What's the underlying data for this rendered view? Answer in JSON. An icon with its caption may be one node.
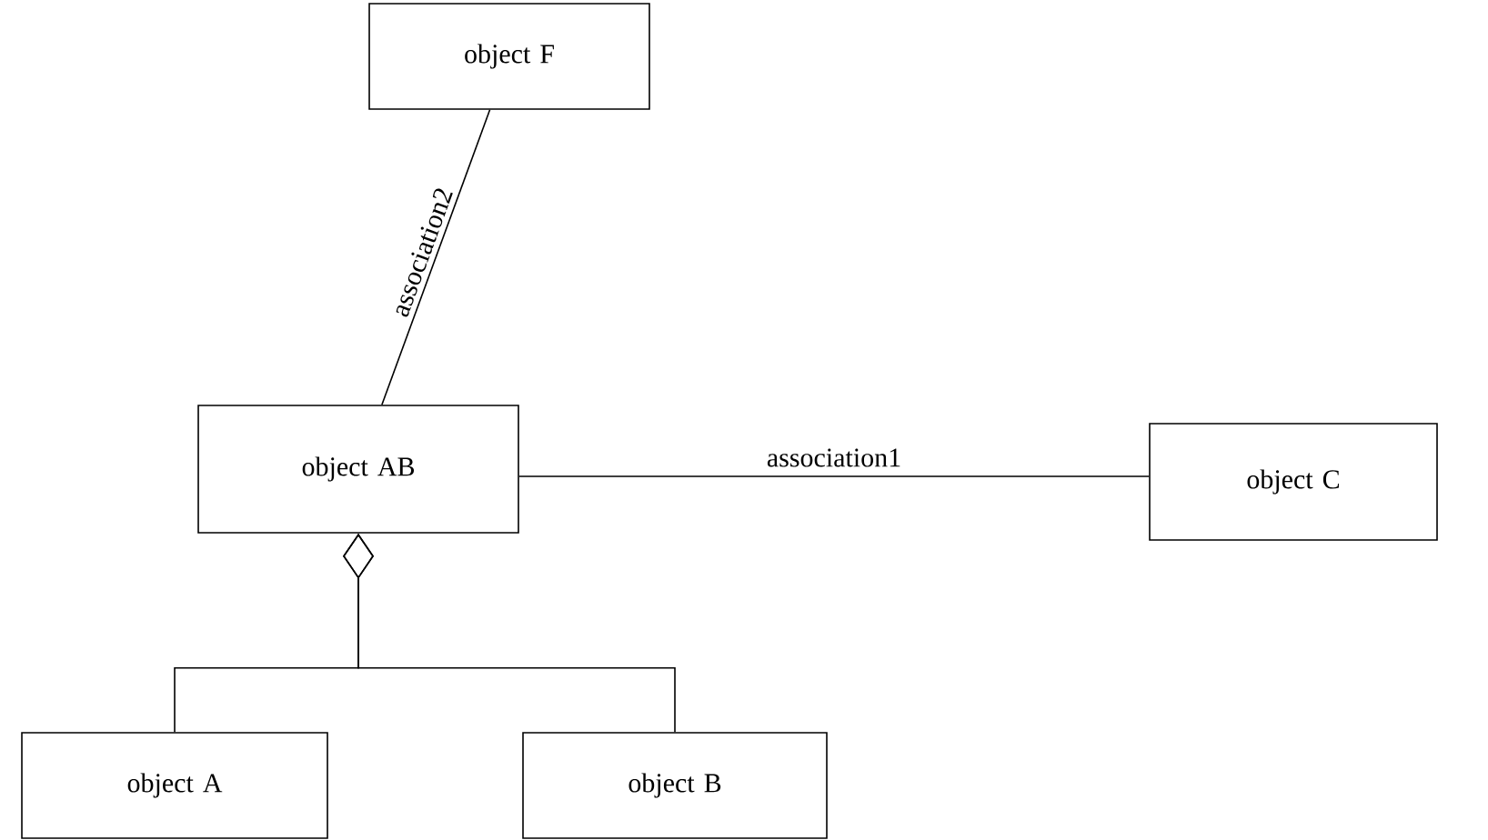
{
  "diagram": {
    "nodes": [
      {
        "text": [
          "object F"
        ]
      },
      {
        "text": [
          "object AB"
        ]
      },
      {
        "text": [
          "object C"
        ]
      },
      {
        "text": [
          "object A"
        ]
      },
      {
        "text": [
          "object B"
        ]
      }
    ],
    "edges": [
      {
        "from": 1,
        "to": 0,
        "arrow": "none",
        "label": "association2"
      },
      {
        "from": 1,
        "to": 2,
        "arrow": "none",
        "label": "association1"
      },
      {
        "from": 3,
        "to": 1,
        "arrow": "other"
      },
      {
        "from": 4,
        "to": 1,
        "arrow": "other"
      }
    ]
  }
}
